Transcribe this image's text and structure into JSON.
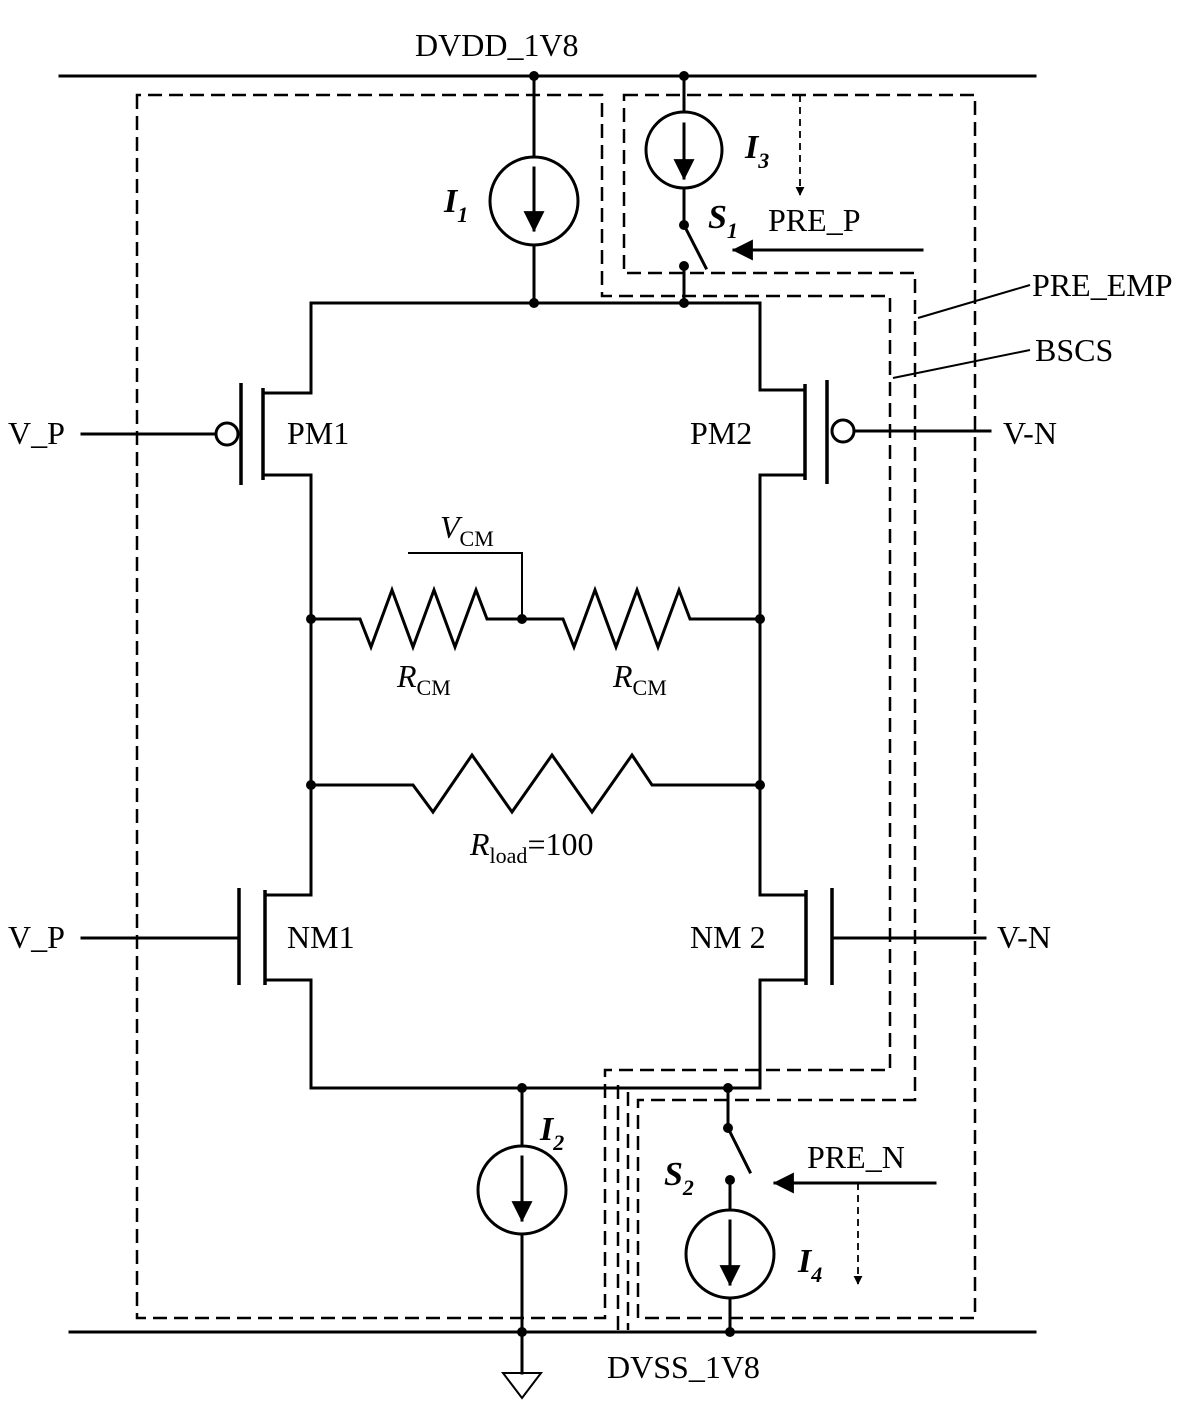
{
  "supplies": {
    "vdd": "DVDD_1V8",
    "vss": "DVSS_1V8"
  },
  "sources": {
    "i1": {
      "symbol": "I",
      "sub": "1"
    },
    "i2": {
      "symbol": "I",
      "sub": "2"
    },
    "i3": {
      "symbol": "I",
      "sub": "3"
    },
    "i4": {
      "symbol": "I",
      "sub": "4"
    }
  },
  "switches": {
    "s1": {
      "symbol": "S",
      "sub": "1",
      "control": "PRE_P"
    },
    "s2": {
      "symbol": "S",
      "sub": "2",
      "control": "PRE_N"
    }
  },
  "blocks": {
    "pre_emp": "PRE_EMP",
    "bscs": "BSCS"
  },
  "transistors": {
    "pm1": "PM1",
    "pm2": "PM2",
    "nm1": "NM1",
    "nm2": "NM 2"
  },
  "inputs": {
    "left_top": "V_P",
    "right_top": "V-N",
    "left_bottom": "V_P",
    "right_bottom": "V-N"
  },
  "resistors": {
    "vcm": {
      "symbol": "V",
      "sub": "CM"
    },
    "rcm_left": {
      "symbol": "R",
      "sub": "CM"
    },
    "rcm_right": {
      "symbol": "R",
      "sub": "CM"
    },
    "rload": {
      "symbol": "R",
      "sub": "load",
      "value": "=100"
    }
  }
}
